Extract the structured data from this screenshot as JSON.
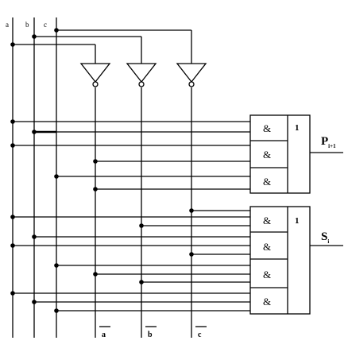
{
  "inputs": {
    "a": "a",
    "b": "b",
    "c": "c"
  },
  "and_symbol": "&",
  "or_symbol": "1",
  "outputs": {
    "p_main": "P",
    "p_sub": "i+1",
    "s_main": "S",
    "s_sub": "i"
  },
  "inverted_outputs": {
    "a_bar": "a",
    "b_bar": "b",
    "c_bar": "c"
  }
}
